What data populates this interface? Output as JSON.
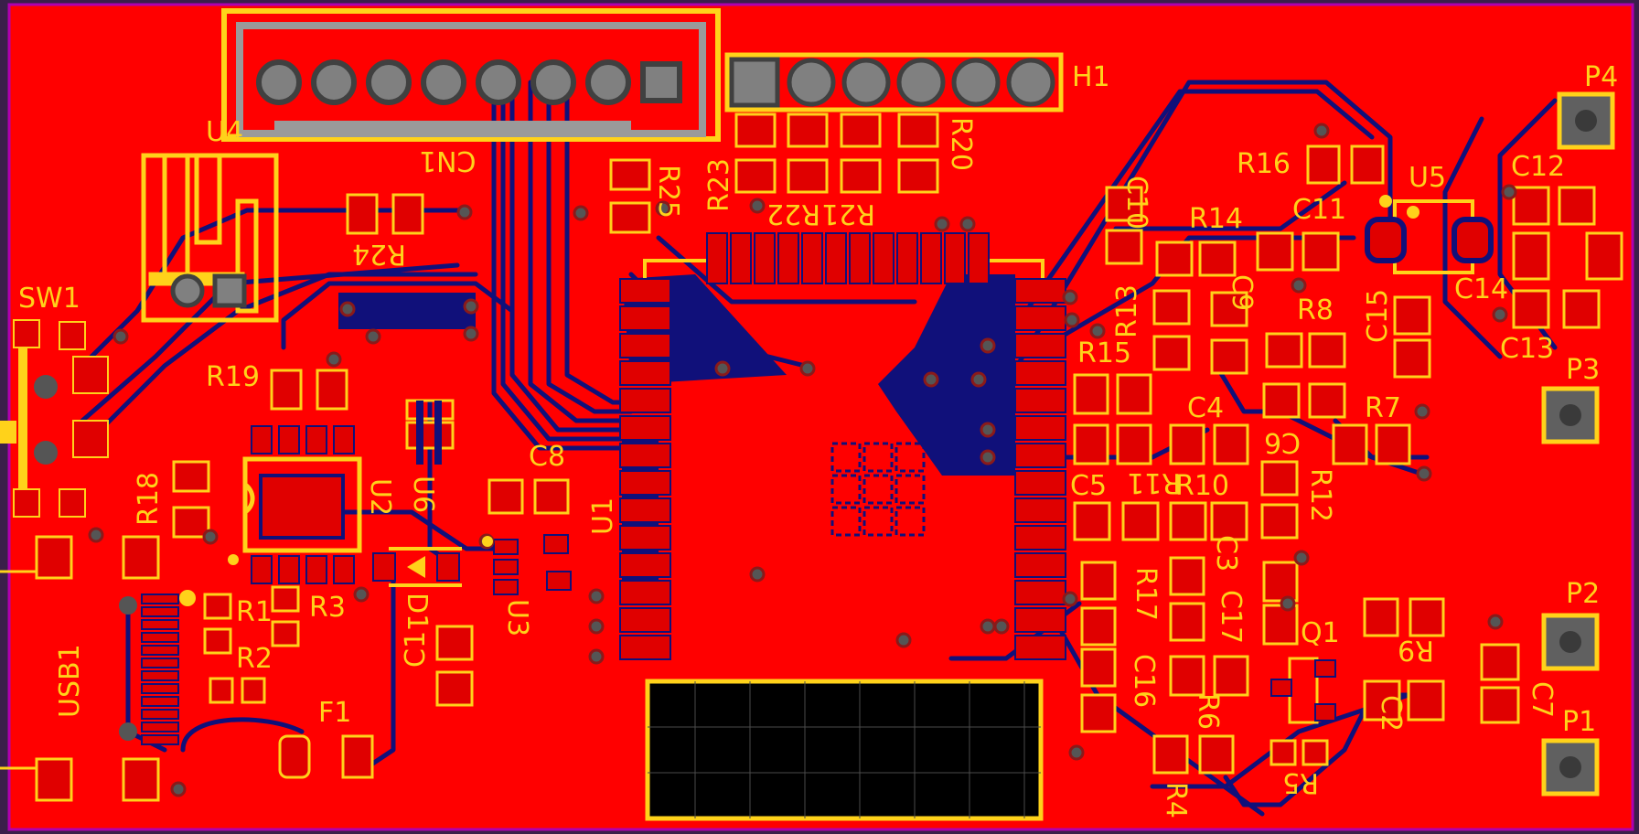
{
  "window": {
    "title": "PCB Layout View"
  },
  "colors": {
    "copper_top": "#ff0000",
    "copper_bottom": "#10107a",
    "silkscreen": "#ffd21a",
    "board_outline": "#b000b0",
    "pad": "#e00000",
    "via": "#8a8a8a",
    "hole": "#2a2a2a",
    "keepout": "#000000"
  },
  "designators": {
    "CN1": "CN1",
    "H1": "H1",
    "U4": "U4",
    "SW1": "SW1",
    "R24": "R24",
    "R25": "R25",
    "R23": "R23",
    "R22": "R22",
    "R21": "R21",
    "R20": "R20",
    "R19": "R19",
    "R18": "R18",
    "U2": "U2",
    "U6": "U6",
    "C8": "C8",
    "U1": "U1",
    "U3": "U3",
    "D1": "D1",
    "C1": "C1",
    "R1": "R1",
    "R2": "R2",
    "R3": "R3",
    "USB1": "USB1",
    "F1": "F1",
    "R16": "R16",
    "U5": "U5",
    "C12": "C12",
    "P4": "P4",
    "C10": "C10",
    "R14": "R14",
    "C11": "C11",
    "R13": "R13",
    "C9": "C9",
    "R8": "R8",
    "C15": "C15",
    "C14": "C14",
    "C13": "C13",
    "P3": "P3",
    "R15": "R15",
    "C4": "C4",
    "R7": "R7",
    "C6": "C6",
    "C5": "C5",
    "R11": "R11",
    "R10": "R10",
    "R12": "R12",
    "C3": "C3",
    "R17": "R17",
    "C17": "C17",
    "Q1": "Q1",
    "R9": "R9",
    "P2": "P2",
    "C16": "C16",
    "R6": "R6",
    "C2": "C2",
    "C7": "C7",
    "R4": "R4",
    "R5": "R5",
    "P1": "P1"
  }
}
